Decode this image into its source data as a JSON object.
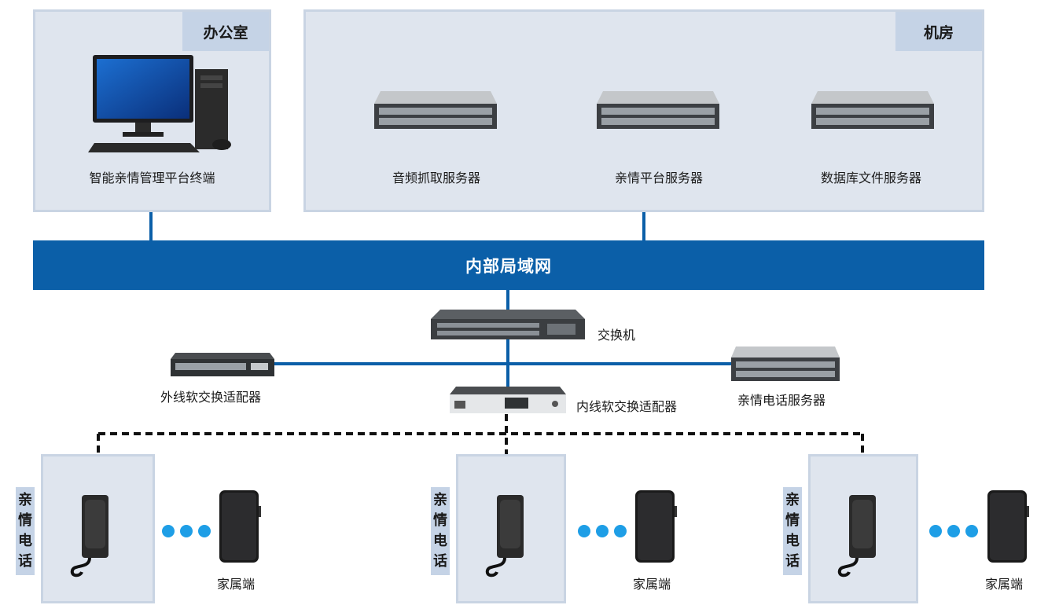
{
  "zones": {
    "office": "办公室",
    "server_room": "机房"
  },
  "devices": {
    "terminal": "智能亲情管理平台终端",
    "audio_server": "音频抓取服务器",
    "family_platform_server": "亲情平台服务器",
    "db_file_server": "数据库文件服务器",
    "switch": "交换机",
    "external_adapter": "外线软交换适配器",
    "internal_adapter": "内线软交换适配器",
    "phone_server": "亲情电话服务器"
  },
  "network": {
    "lan": "内部局域网"
  },
  "stations": [
    {
      "label_chars": [
        "亲",
        "情",
        "电",
        "话"
      ],
      "family_end": "家属端"
    },
    {
      "label_chars": [
        "亲",
        "情",
        "电",
        "话"
      ],
      "family_end": "家属端"
    },
    {
      "label_chars": [
        "亲",
        "情",
        "电",
        "话"
      ],
      "family_end": "家属端"
    }
  ],
  "colors": {
    "network_blue": "#0b5fa8",
    "panel_fill": "#dfe5ee",
    "tag_fill": "#c5d3e6",
    "dot_blue": "#1e9ee6"
  }
}
